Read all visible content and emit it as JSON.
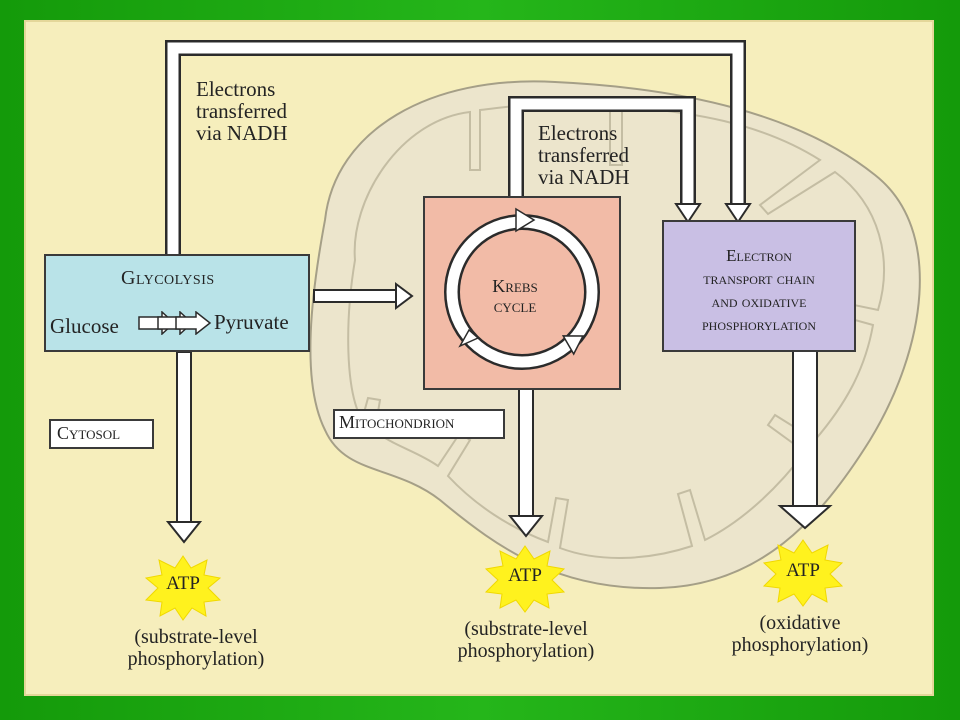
{
  "diagram": {
    "electrons_left": {
      "line1": "Electrons",
      "line2": "transferred",
      "line3": "via NADH"
    },
    "electrons_right": {
      "line1": "Electrons",
      "line2": "transferred",
      "line3": "via NADH"
    },
    "glycolysis": {
      "title": "Glycolysis",
      "glucose": "Glucose",
      "pyruvate": "Pyruvate"
    },
    "krebs": {
      "line1": "Krebs",
      "line2": "cycle"
    },
    "etc": {
      "line1": "Electron",
      "line2": "transport chain",
      "line3": "and oxidative",
      "line4": "phosphorylation"
    },
    "cytosol_label": "Cytosol",
    "mito_label": "Mitochondrion",
    "atp": [
      {
        "label": "ATP",
        "note1": "(substrate-level",
        "note2": "phosphorylation)"
      },
      {
        "label": "ATP",
        "note1": "(substrate-level",
        "note2": "phosphorylation)"
      },
      {
        "label": "ATP",
        "note1": "(oxidative",
        "note2": "phosphorylation)"
      }
    ],
    "colors": {
      "background": "#1ea312",
      "panel": "#f6eebc",
      "glycolysis_box": "#b9e3e8",
      "krebs_box": "#f2bba7",
      "etc_box": "#c9bfe4",
      "mitochondrion": "#ede6cf",
      "atp_burst": "#fff21e"
    }
  }
}
